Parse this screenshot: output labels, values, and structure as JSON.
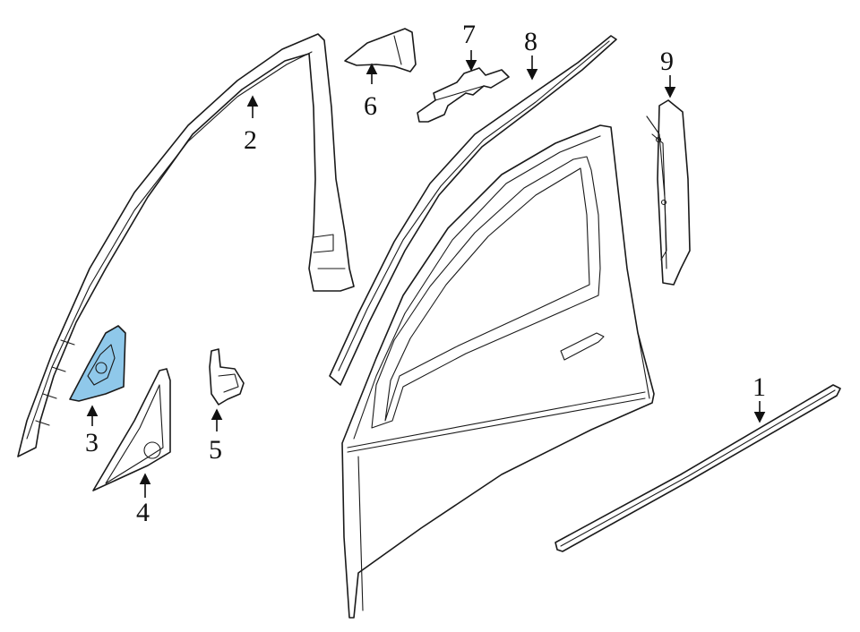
{
  "diagram": {
    "highlight_color": "#8fc8ea",
    "callouts": [
      {
        "id": "1",
        "label": "1"
      },
      {
        "id": "2",
        "label": "2"
      },
      {
        "id": "3",
        "label": "3"
      },
      {
        "id": "4",
        "label": "4"
      },
      {
        "id": "5",
        "label": "5"
      },
      {
        "id": "6",
        "label": "6"
      },
      {
        "id": "7",
        "label": "7"
      },
      {
        "id": "8",
        "label": "8"
      },
      {
        "id": "9",
        "label": "9"
      }
    ]
  }
}
